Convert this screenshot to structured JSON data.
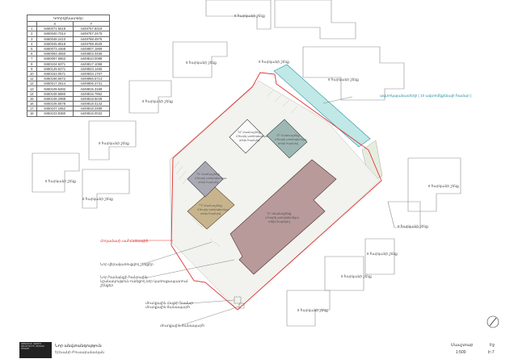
{
  "table": {
    "title": "Կոորդինատներ",
    "col_x": "X",
    "col_y": "Y",
    "rows": [
      [
        "1",
        "8460071.5518",
        "4449757.8319"
      ],
      [
        "2",
        "8460040.7014",
        "4449787.2475"
      ],
      [
        "3",
        "8460048.2410",
        "4449788.4976"
      ],
      [
        "4",
        "8460045.8518",
        "4449788.4629"
      ],
      [
        "5",
        "8460073.4468",
        "4449807.1869"
      ],
      [
        "6",
        "8460093.4650",
        "4449803.4458"
      ],
      [
        "7",
        "8460097.6863",
        "4449810.0088"
      ],
      [
        "8",
        "8460104.6371",
        "4449817.1068"
      ],
      [
        "9",
        "8460129.5271",
        "4449823.1465"
      ],
      [
        "10",
        "8460153.0571",
        "4449833.1767"
      ],
      [
        "11",
        "8460166.6672",
        "4449856.5714"
      ],
      [
        "12",
        "8460017.2514",
        "4449806.2731"
      ],
      [
        "13",
        "8460109.6482",
        "4449815.3168"
      ],
      [
        "14",
        "8460108.5860",
        "4449816.7952"
      ],
      [
        "15",
        "8460108.2988",
        "4449818.5049"
      ],
      [
        "16",
        "8460105.6578",
        "4449818.4142"
      ],
      [
        "17",
        "8460107.1652",
        "4449818.2489"
      ],
      [
        "18",
        "8460103.8380",
        "4449816.0032"
      ]
    ]
  },
  "labels": {
    "neighbors": [
      "8 հարկանի շենք",
      "8 հարկանի շենք",
      "8 հարկանի շենք",
      "8 հարկանի շենք",
      "8 հարկանի շենք",
      "8 հարկանի շենք",
      "8 հարկանի շենք",
      "8 հարկանի շենք",
      "8 հարկանի շենք",
      "8 հարկանի շենք",
      "8 հարկանի շենք",
      "8 հարկանի շենք",
      "8 հարկանի շենք"
    ],
    "teal_note": "ավտոկայանատեղի ( 10 ավտոմեքենայի համար )",
    "boundary_note": "Հողամասի սահմանագիծ",
    "note_a": "Նոր վերակառուցվող շենքեր",
    "note_b1": "Նոր համայնքի հանրային",
    "note_b2": "նշանակություն ունեցող նոր կառուցապատում",
    "note_b3": "շենքեր",
    "note_c1": "մուտքային մայթի համար",
    "note_c2": "մուտքային ճանապարհ",
    "note_d": "մուտքային ճանապարհ",
    "bldg_A1": "\"Ա\" մասնաշենք",
    "bldg_A2": "4 հարկ ստորգետնյա",
    "bldg_A3": "տեխ հարկով",
    "bldg_B1": "\"Բ\" մասնաշենք",
    "bldg_B2": "4 հարկ ստորգետնյա",
    "bldg_B3": "տեխ հարկով",
    "bldg_C1": "\"Գ\" մասնաշենք",
    "bldg_C2": "4 հարկ ստորգետնյա",
    "bldg_C3": "տեխ հարկով",
    "bldg_D1": "\"Դ\" մասնաշենք",
    "bldg_D2": "4 հարկ ստորգետնյա",
    "bldg_D3": "տեխ հարկով",
    "bldg_E1": "\"Ե\" մասնաշենք",
    "bldg_E2": "4 հարկ ստորգետնյա",
    "bldg_E3": "տեխ հարկով"
  },
  "title_block": {
    "logo": "ARMENIAN GRANTS ARCHITECTS DESIGN STUDIO",
    "project": "Նոր անվտանգություն",
    "city": "Երևանի Բուսաբանական",
    "sheet_label": "Մասշտաբ",
    "scale": "1:500",
    "sheet_no_label": "Էջ",
    "sheet_no": "Է-7"
  },
  "colors": {
    "boundary": "#e03131",
    "neighbor": "#8a8a8a",
    "teal": "#bfe8e6",
    "bldg_main": "#b89a9a",
    "bldg_tan": "#c7b48c",
    "bldg_gray": "#a9a9b3",
    "bldg_teal": "#9fb7b4"
  }
}
